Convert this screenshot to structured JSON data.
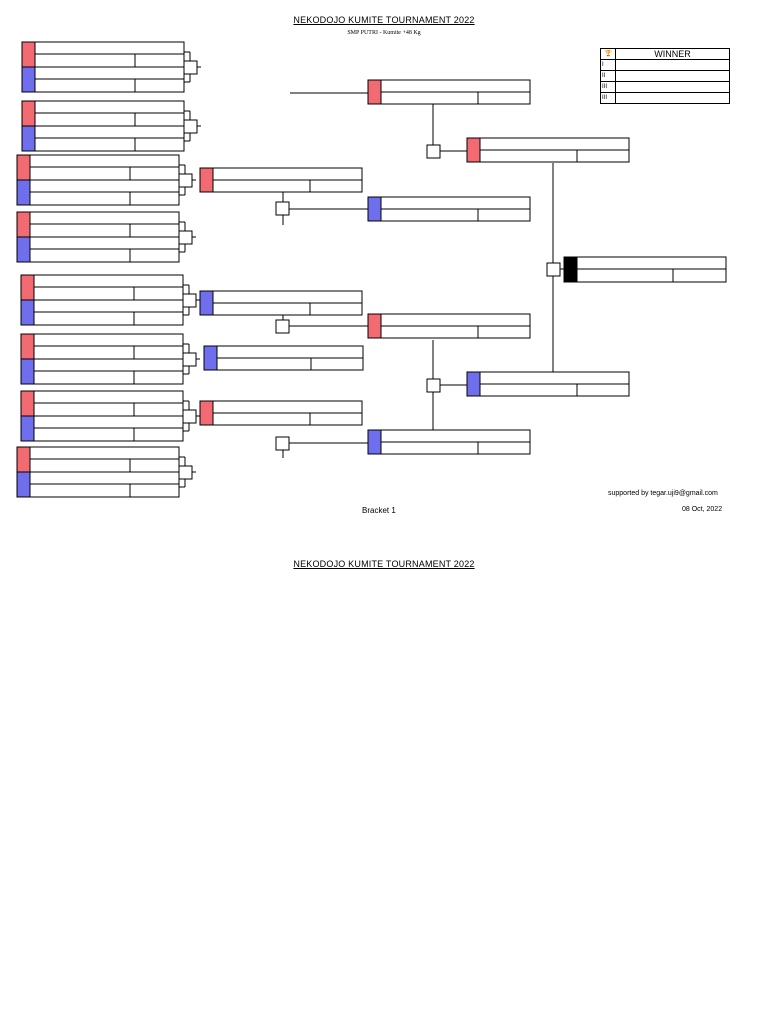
{
  "header": {
    "title": "NEKODOJO KUMITE TOURNAMENT 2022",
    "subtitle": "SMP PUTRI - Kumite +48 Kg"
  },
  "winner_table": {
    "heading": "WINNER",
    "ranks": [
      "I",
      "II",
      "III",
      "III"
    ]
  },
  "footer": {
    "supported_by": "supported by tegar.uji9@gmail.com",
    "bracket_label": "Bracket 1",
    "date": "08 Oct, 2022"
  },
  "second_page": {
    "title": "NEKODOJO KUMITE TOURNAMENT 2022"
  },
  "colors": {
    "aka": "#f26b73",
    "ao": "#6f6fee",
    "final": "#000000",
    "trophy": "#c9a227"
  }
}
